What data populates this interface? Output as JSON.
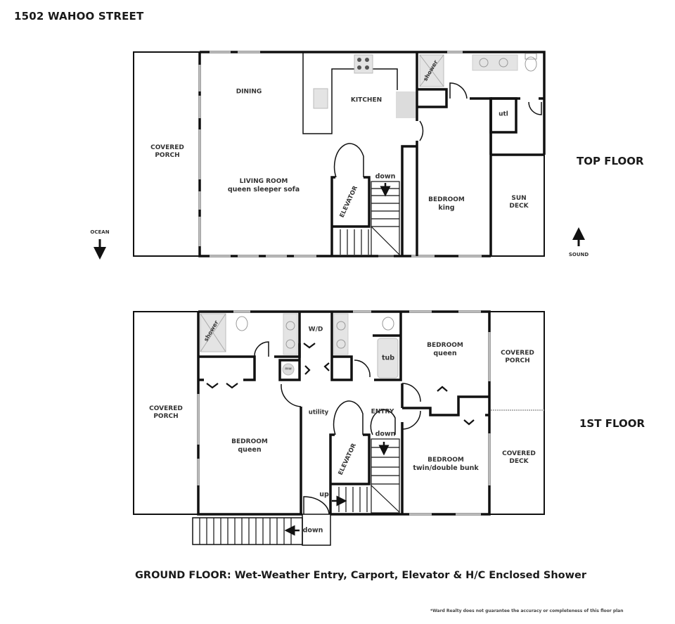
{
  "title": "1502 WAHOO STREET",
  "top_floor": {
    "label": "TOP FLOOR",
    "rooms": {
      "covered_porch": [
        "COVERED",
        "PORCH"
      ],
      "dining": "DINING",
      "kitchen": "KITCHEN",
      "living_room": "LIVING ROOM",
      "living_room_sub": "queen sleeper sofa",
      "elevator": "ELEVATOR",
      "stairs": "down",
      "shower": "shower",
      "utl": "utl",
      "bedroom": "BEDROOM",
      "bedroom_sub": "king",
      "sun_deck": [
        "SUN",
        "DECK"
      ]
    }
  },
  "first_floor": {
    "label": "1ST FLOOR",
    "rooms": {
      "covered_porch_left": [
        "COVERED",
        "PORCH"
      ],
      "shower": "shower",
      "wd": "W/D",
      "mw": "mw",
      "tub": "tub",
      "bedroom_queen_left": "BEDROOM",
      "bedroom_queen_left_sub": "queen",
      "utility": "utility",
      "entry": "ENTRY",
      "elevator": "ELEVATOR",
      "stairs_down": "down",
      "stairs_up": "up",
      "exterior_stairs": "down",
      "bedroom_queen_right": "BEDROOM",
      "bedroom_queen_right_sub": "queen",
      "bedroom_bunk": "BEDROOM",
      "bedroom_bunk_sub": "twin/double bunk",
      "covered_porch_right": [
        "COVERED",
        "PORCH"
      ],
      "covered_deck": [
        "COVERED",
        "DECK"
      ]
    }
  },
  "compass": {
    "ocean": "OCEAN",
    "sound": "SOUND"
  },
  "ground_floor_note": "GROUND FLOOR: Wet-Weather Entry, Carport, Elevator & H/C Enclosed Shower",
  "disclaimer": "*Ward Realty does not guarantee the accuracy or completeness of this floor plan",
  "colors": {
    "wall": "#111111",
    "fixture_fill": "#e4e4e4",
    "window": "#d0d0d0",
    "text": "#1a1a1a"
  }
}
